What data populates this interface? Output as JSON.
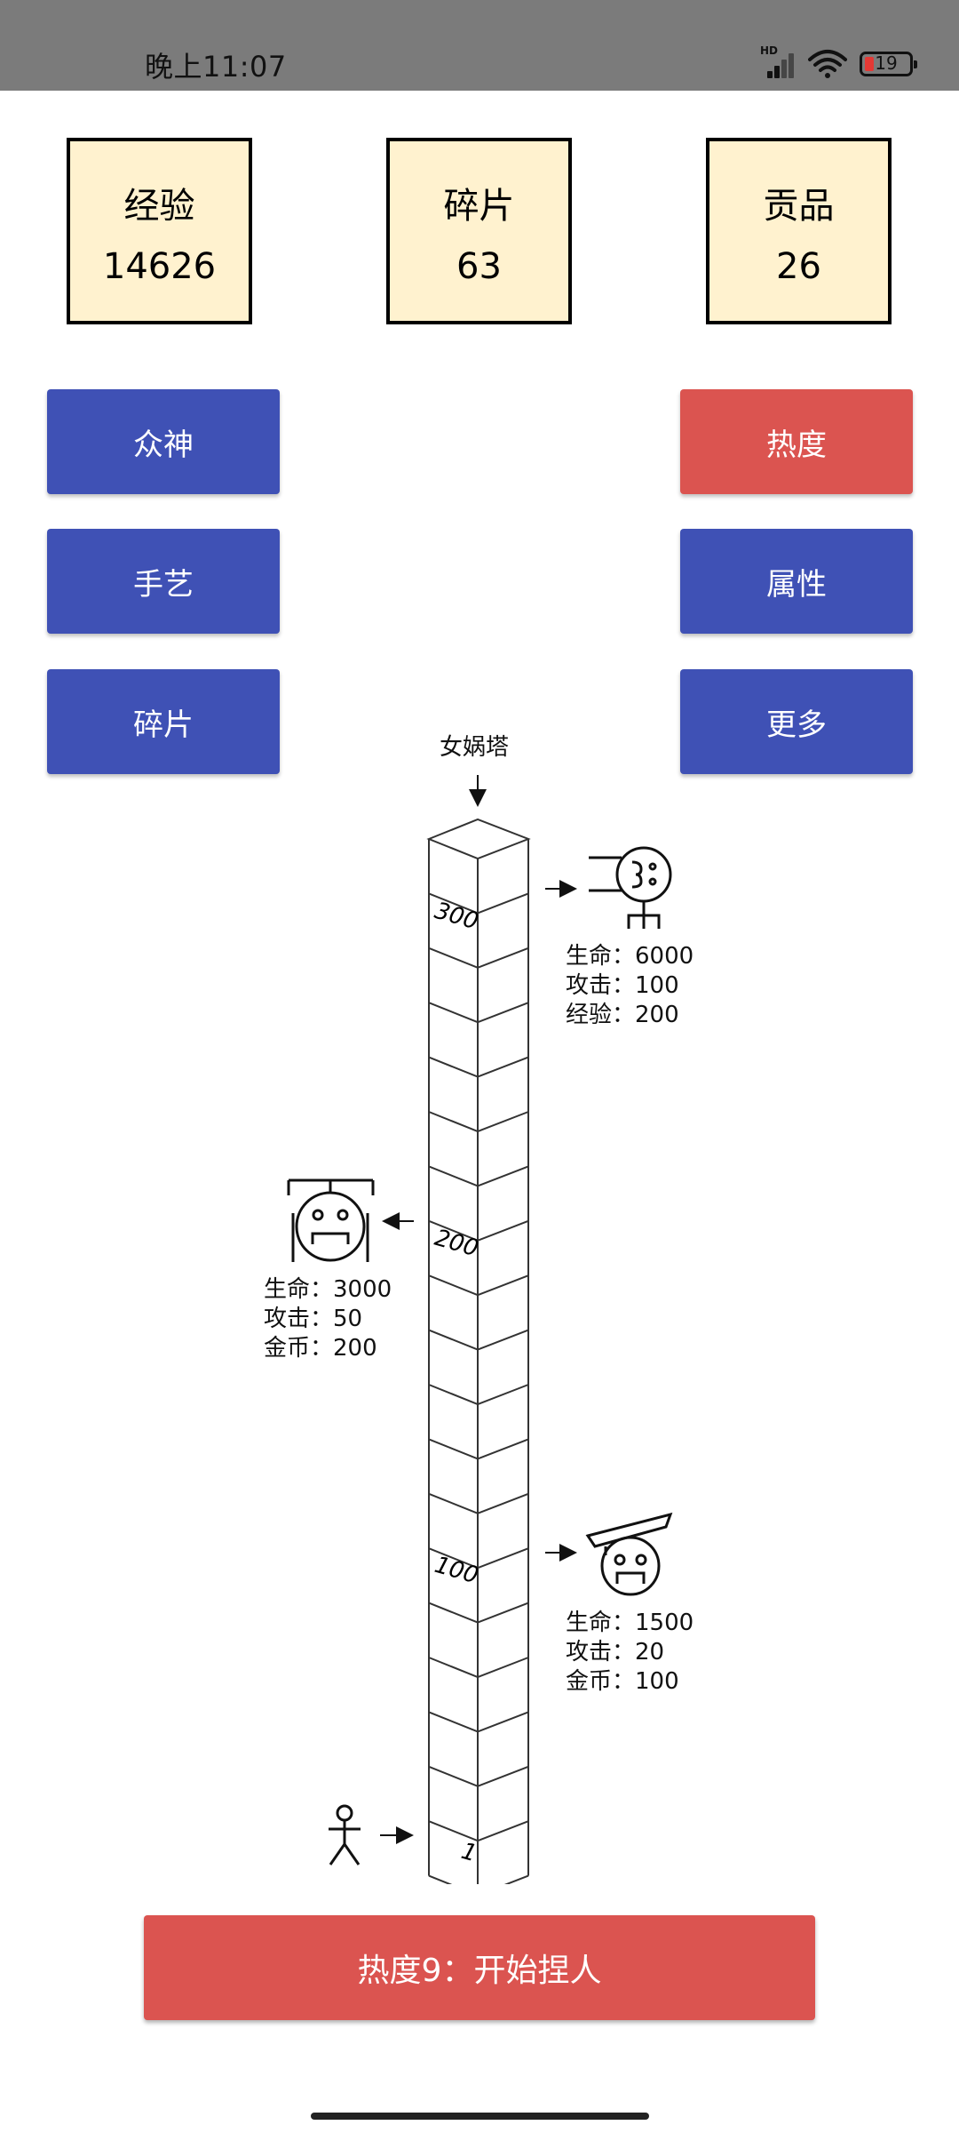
{
  "status": {
    "time": "晚上11:07",
    "signal_label": "HD",
    "battery_level": "19",
    "battery_fraction": 0.19
  },
  "stats": [
    {
      "label": "经验",
      "value": "14626"
    },
    {
      "label": "碎片",
      "value": "63"
    },
    {
      "label": "贡品",
      "value": "26"
    }
  ],
  "buttons": {
    "gods": "众神",
    "craft": "手艺",
    "fragments": "碎片",
    "heat": "热度",
    "attributes": "属性",
    "more": "更多",
    "start": "热度9：开始捏人"
  },
  "tower": {
    "title": "女娲塔",
    "floor_labels": [
      "300",
      "200",
      "100",
      "1"
    ],
    "enemies": [
      {
        "floor": 300,
        "lines": [
          "生命：6000",
          "攻击：100",
          "经验：200"
        ]
      },
      {
        "floor": 200,
        "lines": [
          "生命：3000",
          "攻击：50",
          "金币：200"
        ]
      },
      {
        "floor": 100,
        "lines": [
          "生命：1500",
          "攻击：20",
          "金币：100"
        ]
      }
    ]
  },
  "colors": {
    "blue": "#3f51b5",
    "red": "#db5450",
    "stat_bg": "#fff2cf",
    "status_bg": "#7b7b7b"
  }
}
